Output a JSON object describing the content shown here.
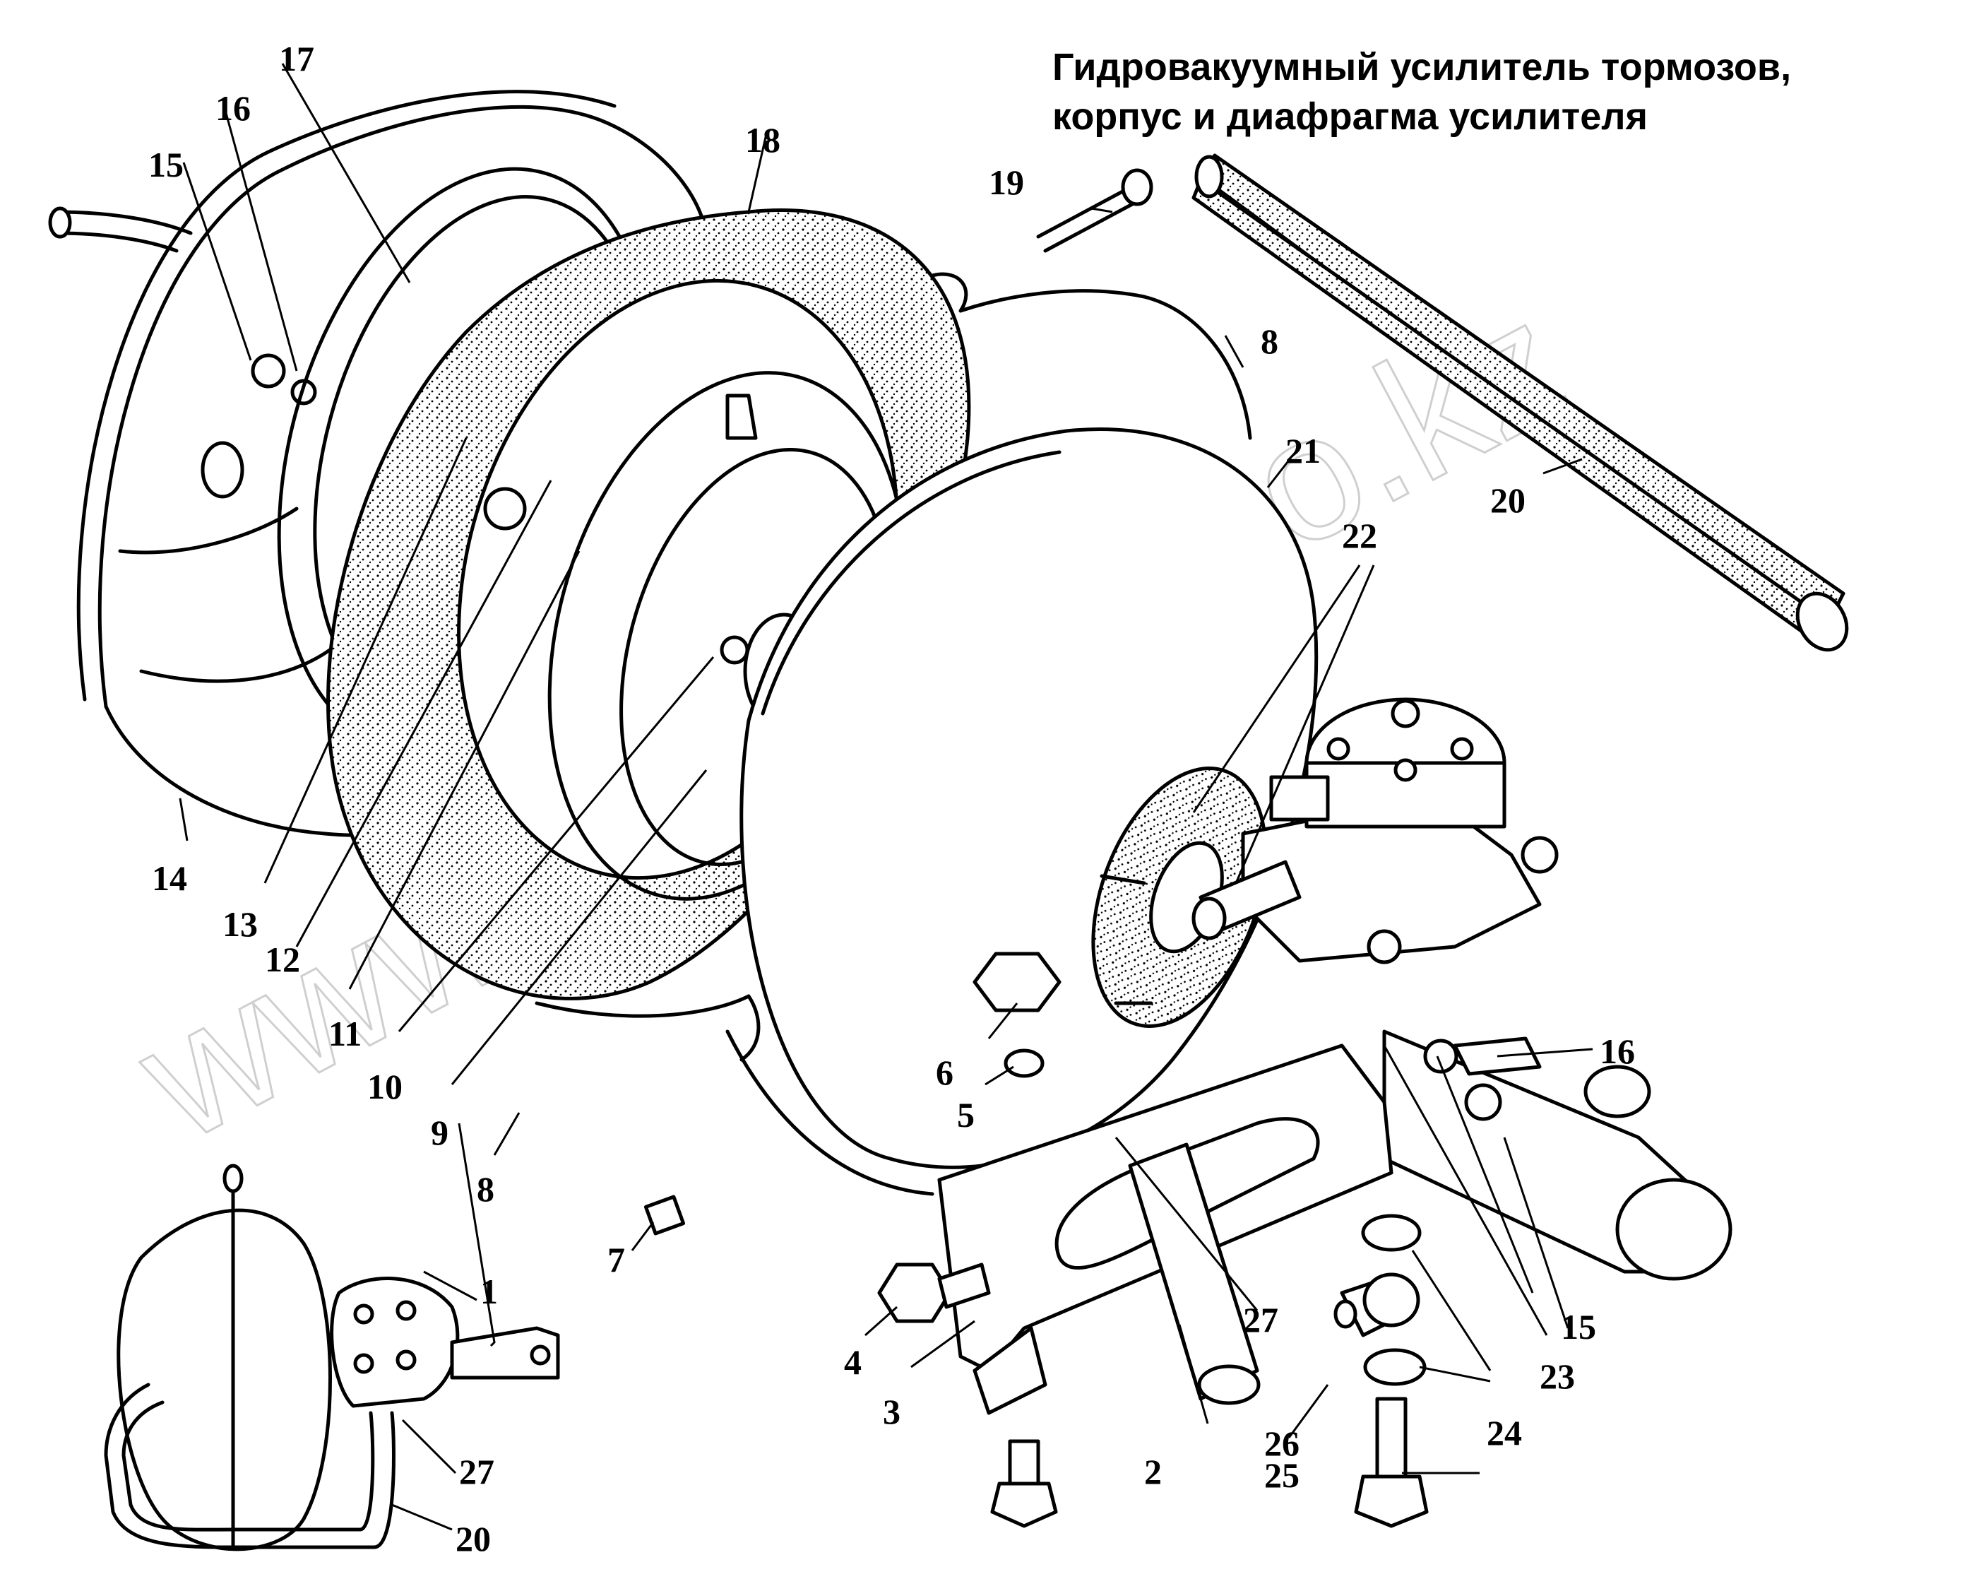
{
  "title_lines": [
    "Гидровакуумный усилитель тормозов,",
    "корпус и диафрагма усилителя"
  ],
  "watermark": "www.simhron-too.kz",
  "callouts": [
    "1",
    "2",
    "3",
    "4",
    "5",
    "6",
    "7",
    "8",
    "8",
    "9",
    "10",
    "11",
    "12",
    "13",
    "14",
    "15",
    "15",
    "16",
    "16",
    "17",
    "18",
    "19",
    "20",
    "20",
    "21",
    "22",
    "23",
    "24",
    "25",
    "26",
    "27",
    "27"
  ]
}
